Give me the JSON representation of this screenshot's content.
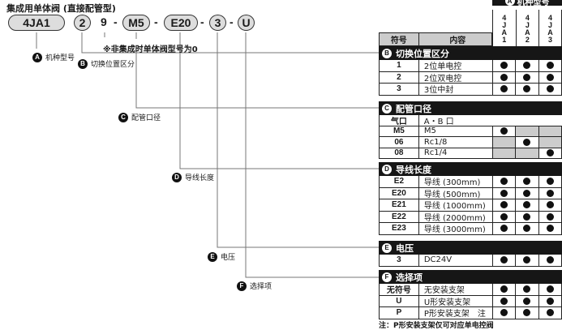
{
  "title": "集成用单体阀 (直接配管型)",
  "code": {
    "parts": [
      "4JA1",
      "2",
      "9",
      "M5",
      "E20",
      "3",
      "U"
    ],
    "dash": "-",
    "note": "※非集成时单体阀型号为0"
  },
  "labels": [
    {
      "letter": "A",
      "text": "机种型号"
    },
    {
      "letter": "B",
      "text": "切换位置区分"
    },
    {
      "letter": "C",
      "text": "配管口径"
    },
    {
      "letter": "D",
      "text": "导线长度"
    },
    {
      "letter": "E",
      "text": "电压"
    },
    {
      "letter": "F",
      "text": "选择项"
    }
  ],
  "table": {
    "model_header": {
      "letter": "A",
      "text": "机种型号"
    },
    "models": [
      "4JA1",
      "4JA2",
      "4JA3"
    ],
    "symbol_header": "符号",
    "content_header": "内容",
    "sections": [
      {
        "letter": "B",
        "title": "切换位置区分",
        "rows": [
          [
            "1",
            "2位单电控",
            [
              1,
              1,
              1
            ]
          ],
          [
            "2",
            "2位双电控",
            [
              1,
              1,
              1
            ]
          ],
          [
            "3",
            "3位中封",
            [
              1,
              1,
              1
            ]
          ]
        ]
      },
      {
        "letter": "C",
        "title": "配管口径",
        "sub": [
          "气口",
          "A・B 口"
        ],
        "rows": [
          [
            "M5",
            "M5",
            [
              1,
              0,
              0
            ]
          ],
          [
            "06",
            "Rc1/8",
            [
              0,
              1,
              0
            ]
          ],
          [
            "08",
            "Rc1/4",
            [
              0,
              0,
              1
            ]
          ]
        ]
      },
      {
        "letter": "D",
        "title": "导线长度",
        "rows": [
          [
            "E2",
            "导线 (300mm)",
            [
              1,
              1,
              1
            ]
          ],
          [
            "E20",
            "导线 (500mm)",
            [
              1,
              1,
              1
            ]
          ],
          [
            "E21",
            "导线 (1000mm)",
            [
              1,
              1,
              1
            ]
          ],
          [
            "E22",
            "导线 (2000mm)",
            [
              1,
              1,
              1
            ]
          ],
          [
            "E23",
            "导线 (3000mm)",
            [
              1,
              1,
              1
            ]
          ]
        ]
      },
      {
        "letter": "E",
        "title": "电压",
        "rows": [
          [
            "3",
            "DC24V",
            [
              1,
              1,
              1
            ]
          ]
        ]
      },
      {
        "letter": "F",
        "title": "选择项",
        "rows": [
          [
            "无符号",
            "无安装支架",
            [
              1,
              1,
              1
            ]
          ],
          [
            "U",
            "U形安装支架",
            [
              1,
              1,
              1
            ]
          ],
          [
            "P",
            "P形安装支架　注",
            [
              1,
              1,
              1
            ]
          ]
        ]
      }
    ],
    "footnote": "注：P形安装支架仅可对应单电控阀"
  }
}
